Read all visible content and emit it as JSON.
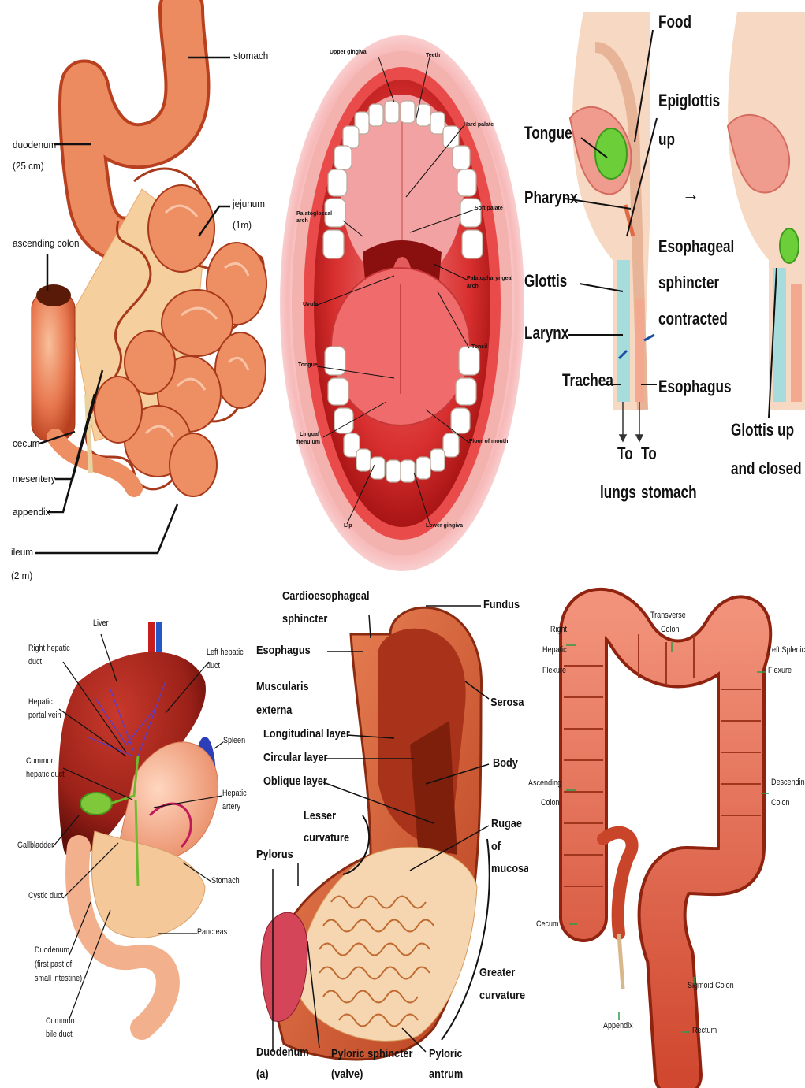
{
  "colors": {
    "tissue": "#e8784f",
    "tissue_dark": "#b8401f",
    "tissue_light": "#f6b48f",
    "liver": "#9b2118",
    "bile": "#7fc83a",
    "food": "#6ccf3a",
    "line": "#111111"
  },
  "intestine": {
    "stomach": "stomach",
    "duodenum": "duodenum",
    "duodenum_len": "(25 cm)",
    "jejunum": "jejunum",
    "jejunum_len": "(1m)",
    "ascending_colon": "ascending colon",
    "cecum": "cecum",
    "mesentery": "mesentery",
    "appendix": "appendix",
    "ileum": "ileum",
    "ileum_len": "(2 m)"
  },
  "mouth": {
    "upper_gingiva": "Upper gingiva",
    "teeth": "Teeth",
    "hard_palate": "Hard palate",
    "soft_palate": "Soft palate",
    "palatoglossal_1": "Palatoglossal",
    "palatoglossal_2": "arch",
    "palatopharyngeal_1": "Palatopharyngeal",
    "palatopharyngeal_2": "arch",
    "uvula": "Uvula",
    "tonsil": "Tonsil",
    "tongue": "Tongue",
    "lingual_1": "Lingual",
    "lingual_2": "frenulum",
    "floor": "Floor of mouth",
    "lip": "Lip",
    "lower_gingiva": "Lower gingiva"
  },
  "swallow": {
    "food": "Food",
    "epiglottis_1": "Epiglottis",
    "epiglottis_2": "up",
    "tongue": "Tongue",
    "pharynx": "Pharynx",
    "arrow": "→",
    "esoph_sph_1": "Esophageal",
    "esoph_sph_2": "sphincter",
    "esoph_sph_3": "contracted",
    "glottis": "Glottis",
    "larynx": "Larynx",
    "trachea": "Trachea",
    "esophagus": "Esophagus",
    "to1": "To",
    "lungs": "lungs",
    "to2": "To",
    "stomach": "stomach",
    "glottis_up_1": "Glottis up",
    "glottis_up_2": "and closed"
  },
  "liver": {
    "liver": "Liver",
    "right_hepatic_1": "Right hepatic",
    "right_hepatic_2": "duct",
    "left_hepatic_1": "Left hepatic",
    "left_hepatic_2": "duct",
    "hepatic_portal_1": "Hepatic",
    "hepatic_portal_2": "portal vein",
    "spleen": "Spleen",
    "common_hepatic_1": "Common",
    "common_hepatic_2": "hepatic duct",
    "hepatic_artery_1": "Hepatic",
    "hepatic_artery_2": "artery",
    "gallbladder": "Gallbladder",
    "stomach": "Stomach",
    "cystic_duct": "Cystic duct",
    "pancreas": "Pancreas",
    "duodenum_1": "Duodenum",
    "duodenum_2": "(first past of",
    "duodenum_3": "small intestine)",
    "common_bile_1": "Common",
    "common_bile_2": "bile duct"
  },
  "stomach": {
    "cardio_1": "Cardioesophageal",
    "cardio_2": "sphincter",
    "fundus": "Fundus",
    "esophagus": "Esophagus",
    "muscularis_1": "Muscularis",
    "muscularis_2": "externa",
    "serosa": "Serosa",
    "longitudinal": "Longitudinal layer",
    "circular": "Circular layer",
    "oblique": "Oblique layer",
    "body": "Body",
    "lesser_1": "Lesser",
    "lesser_2": "curvature",
    "rugae_1": "Rugae",
    "rugae_2": "of",
    "rugae_3": "mucosa",
    "pylorus": "Pylorus",
    "greater_1": "Greater",
    "greater_2": "curvature",
    "duodenum": "Duodenum",
    "fig": "(a)",
    "pyloric_sph_1": "Pyloric sphincter",
    "pyloric_sph_2": "(valve)",
    "pyloric_antrum_1": "Pyloric",
    "pyloric_antrum_2": "antrum"
  },
  "colon": {
    "transverse_1": "Transverse",
    "transverse_2": "Colon",
    "right_hepatic_1": "Right",
    "right_hepatic_2": "Hepatic",
    "right_hepatic_3": "Flexure",
    "left_splenic_1": "Left Splenic",
    "left_splenic_2": "Flexure",
    "ascending_1": "Ascending",
    "ascending_2": "Colon",
    "descending_1": "Descending",
    "descending_2": "Colon",
    "cecum": "Cecum",
    "sigmoid": "Sigmoid Colon",
    "appendix": "Appendix",
    "rectum": "Rectum"
  }
}
